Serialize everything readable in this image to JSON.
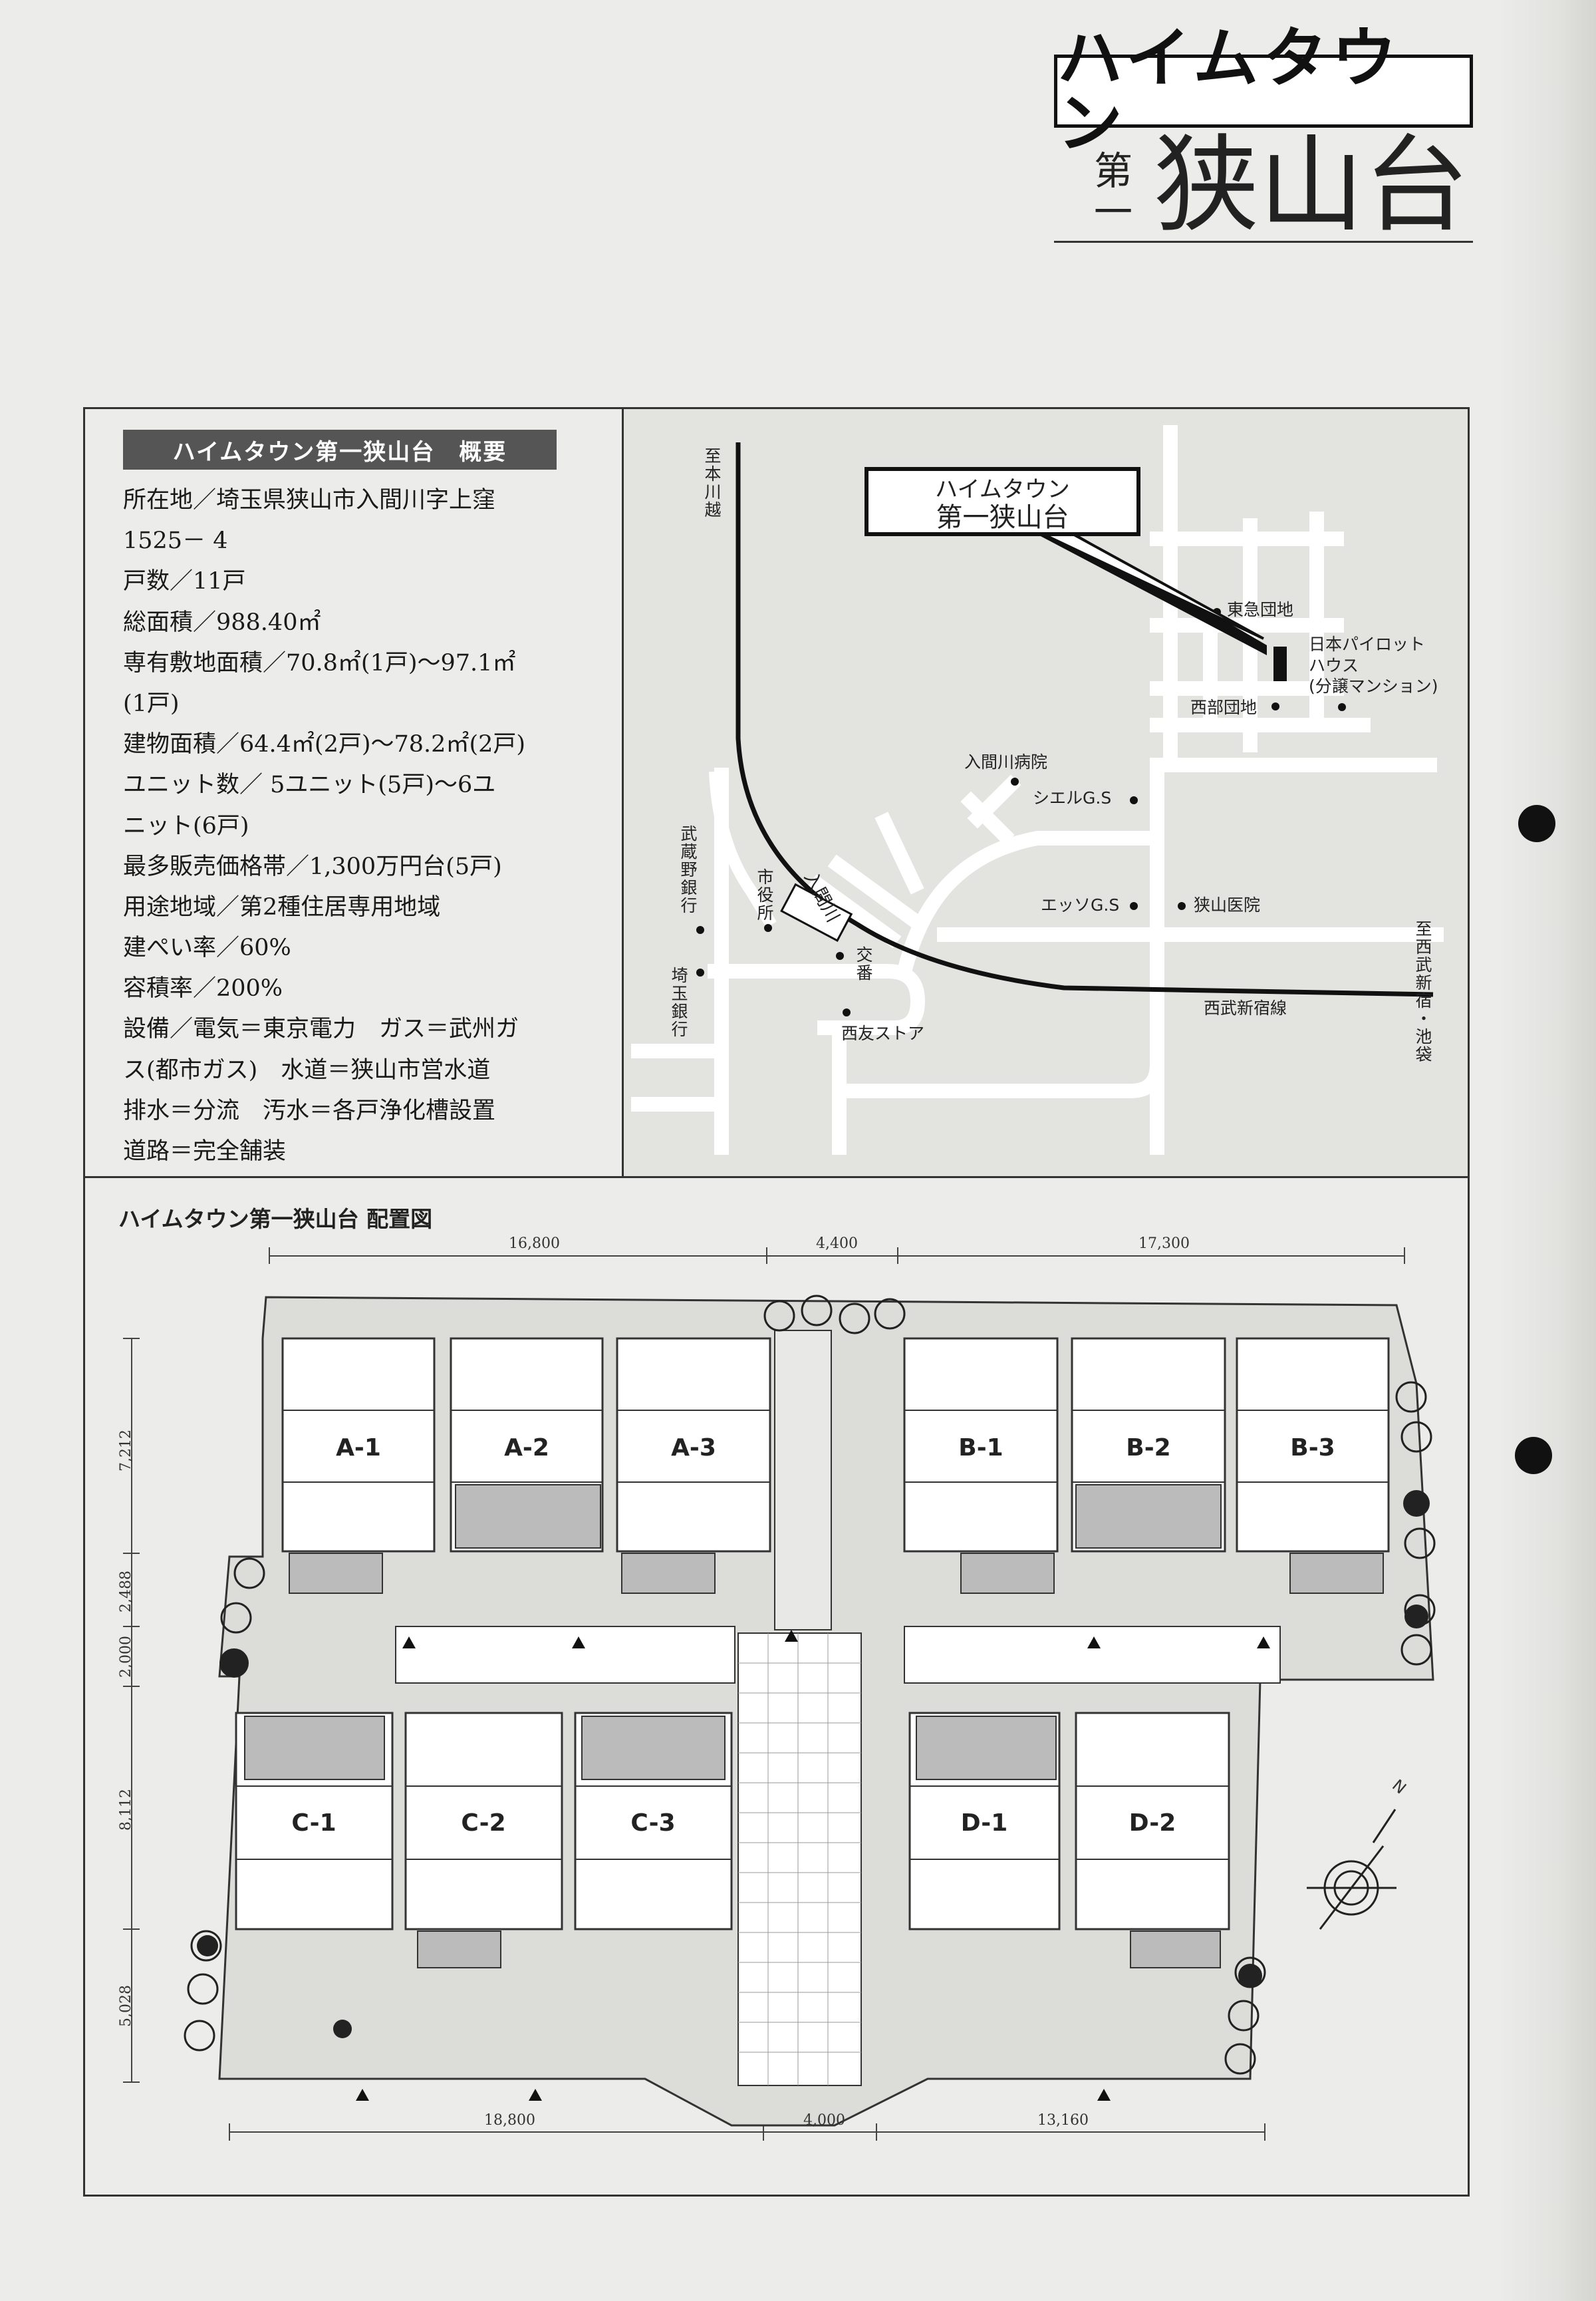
{
  "header": {
    "logo_text": "ハイムタウン",
    "title_prefix_top": "第",
    "title_prefix_bottom": "一",
    "title_main": "狭山台"
  },
  "summary": {
    "heading": "ハイムタウン第一狭山台　概要",
    "lines": [
      "所在地／埼玉県狭山市入間川字上窪",
      "1525－ 4",
      "戸数／11戸",
      "総面積／988.40㎡",
      "専有敷地面積／70.8㎡(1戸)～97.1㎡",
      "(1戸)",
      "建物面積／64.4㎡(2戸)～78.2㎡(2戸)",
      "ユニット数／ 5ユニット(5戸)～6ユ",
      "ニット(6戸)",
      "最多販売価格帯／1,300万円台(5戸)",
      "用途地域／第2種住居専用地域",
      "建ぺい率／60%",
      "容積率／200%",
      "設備／電気＝東京電力　ガス＝武州ガ",
      "ス(都市ガス)　水道＝狭山市営水道",
      "排水＝分流　汚水＝各戸浄化槽設置",
      "道路＝完全舗装"
    ]
  },
  "map": {
    "callout_line1": "ハイムタウン",
    "callout_line2": "第一狭山台",
    "labels": {
      "to_kawagoe": "至本川越",
      "tokyu": "東急団地",
      "pilot": "日本パイロット",
      "pilot2": "ハウス",
      "pilot3": "(分譲マンション)",
      "seibu_danchi": "西部団地",
      "hospital": "入間川病院",
      "shell": "シエルG.S",
      "musashino": "武蔵野銀行",
      "city_hall": "市役所",
      "iruma_river": "入間川",
      "esso": "エッソG.S",
      "sayama_clinic": "狭山医院",
      "koban": "交番",
      "saitama_bank": "埼玉銀行",
      "seiyu": "西友ストア",
      "seibu_line": "西武新宿線",
      "to_shinjuku": "至西武新宿・池袋"
    }
  },
  "plan": {
    "title": "ハイムタウン第一狭山台 配置図",
    "dims_top": [
      "16,800",
      "4,400",
      "17,300"
    ],
    "dims_bottom": [
      "18,800",
      "4,000",
      "13,160"
    ],
    "dims_left": [
      "7,212",
      "2,488",
      "2,000",
      "8,112",
      "5,028"
    ],
    "units": [
      "A-1",
      "A-2",
      "A-3",
      "B-1",
      "B-2",
      "B-3",
      "C-1",
      "C-2",
      "C-3",
      "D-1",
      "D-2"
    ],
    "north": "N"
  }
}
